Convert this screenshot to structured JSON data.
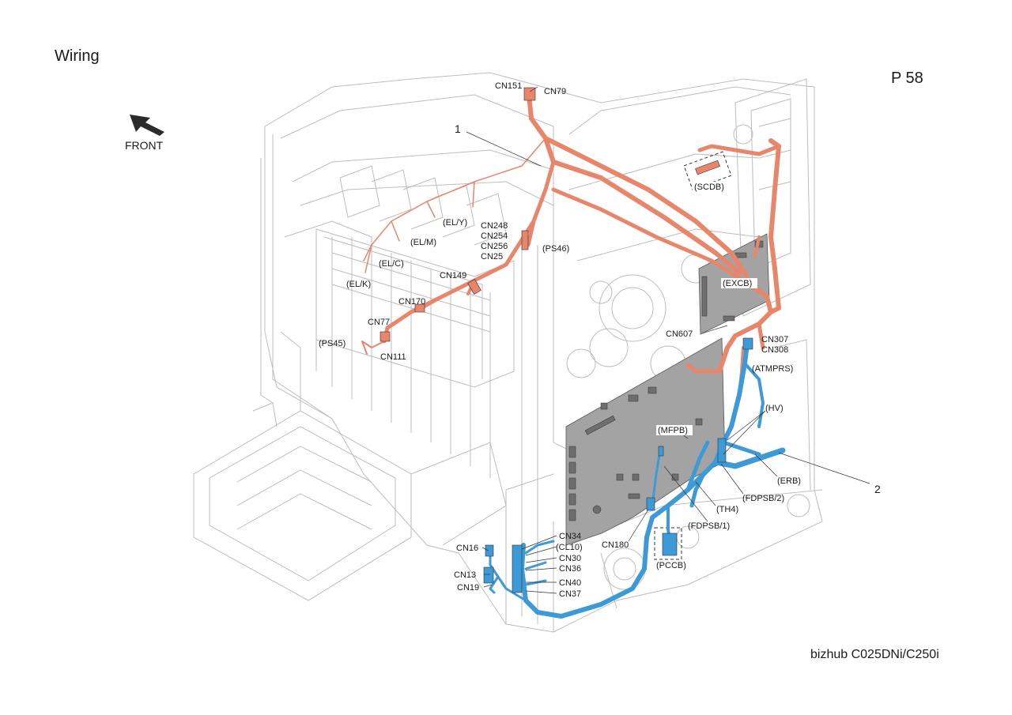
{
  "title": "Wiring",
  "page": "P 58",
  "model": "bizhub C025DNi/C250i",
  "front_label": "FRONT",
  "colors": {
    "harness1": "#e8866c",
    "harness2": "#3d9ad6",
    "board": "#9c9c9c",
    "line_art": "#bdbdbd"
  },
  "callouts": {
    "harness1": "1",
    "harness2": "2"
  },
  "labels": {
    "cn151": "CN151",
    "cn79": "CN79",
    "ely": "(EL/Y)",
    "elm": "(EL/M)",
    "elc": "(EL/C)",
    "elk": "(EL/K)",
    "cn248": "CN248",
    "cn254": "CN254",
    "cn256": "CN256",
    "cn25": "CN25",
    "ps46": "(PS46)",
    "cn149": "CN149",
    "cn170": "CN170",
    "cn77": "CN77",
    "ps45": "(PS45)",
    "cn111": "CN111",
    "scdb": "(SCDB)",
    "excb": "(EXCB)",
    "cn607": "CN607",
    "cn307": "CN307",
    "cn308": "CN308",
    "atmprs": "(ATMPRS)",
    "hv": "(HV)",
    "mfpb": "(MFPB)",
    "erb": "(ERB)",
    "fdpsb2": "(FDPSB/2)",
    "th4": "(TH4)",
    "fdpsb1": "(FDPSB/1)",
    "cn180": "CN180",
    "pccb": "(PCCB)",
    "cn34": "CN34",
    "cl10": "(CL10)",
    "cn30": "CN30",
    "cn36": "CN36",
    "cn40": "CN40",
    "cn37": "CN37",
    "cn16": "CN16",
    "cn13": "CN13",
    "cn19": "CN19"
  }
}
